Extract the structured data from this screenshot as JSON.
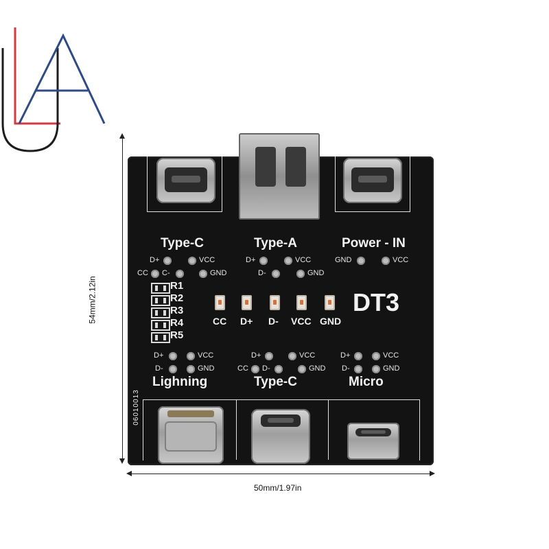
{
  "board": {
    "title": "DT3",
    "serial": "06010013",
    "top_labels": {
      "typec": "Type-C",
      "typea": "Type-A",
      "power": "Power - IN"
    },
    "bottom_labels": {
      "lightning": "Lighning",
      "typec": "Type-C",
      "micro": "Micro"
    },
    "pins": {
      "dplus": "D+",
      "dminus": "D-",
      "vcc": "VCC",
      "gnd": "GND",
      "cc": "CC",
      "cminus": "C-"
    },
    "resistors": [
      "R1",
      "R2",
      "R3",
      "R4",
      "R5"
    ],
    "leds": [
      "CC",
      "D+",
      "D-",
      "VCC",
      "GND"
    ]
  },
  "dimensions": {
    "height": "54mm/2.12in",
    "width": "50mm/1.97in"
  },
  "colors": {
    "board": "#131313",
    "logo_red": "#d9363e",
    "logo_blue": "#2b4a8f",
    "logo_dark": "#1d1d1d"
  }
}
